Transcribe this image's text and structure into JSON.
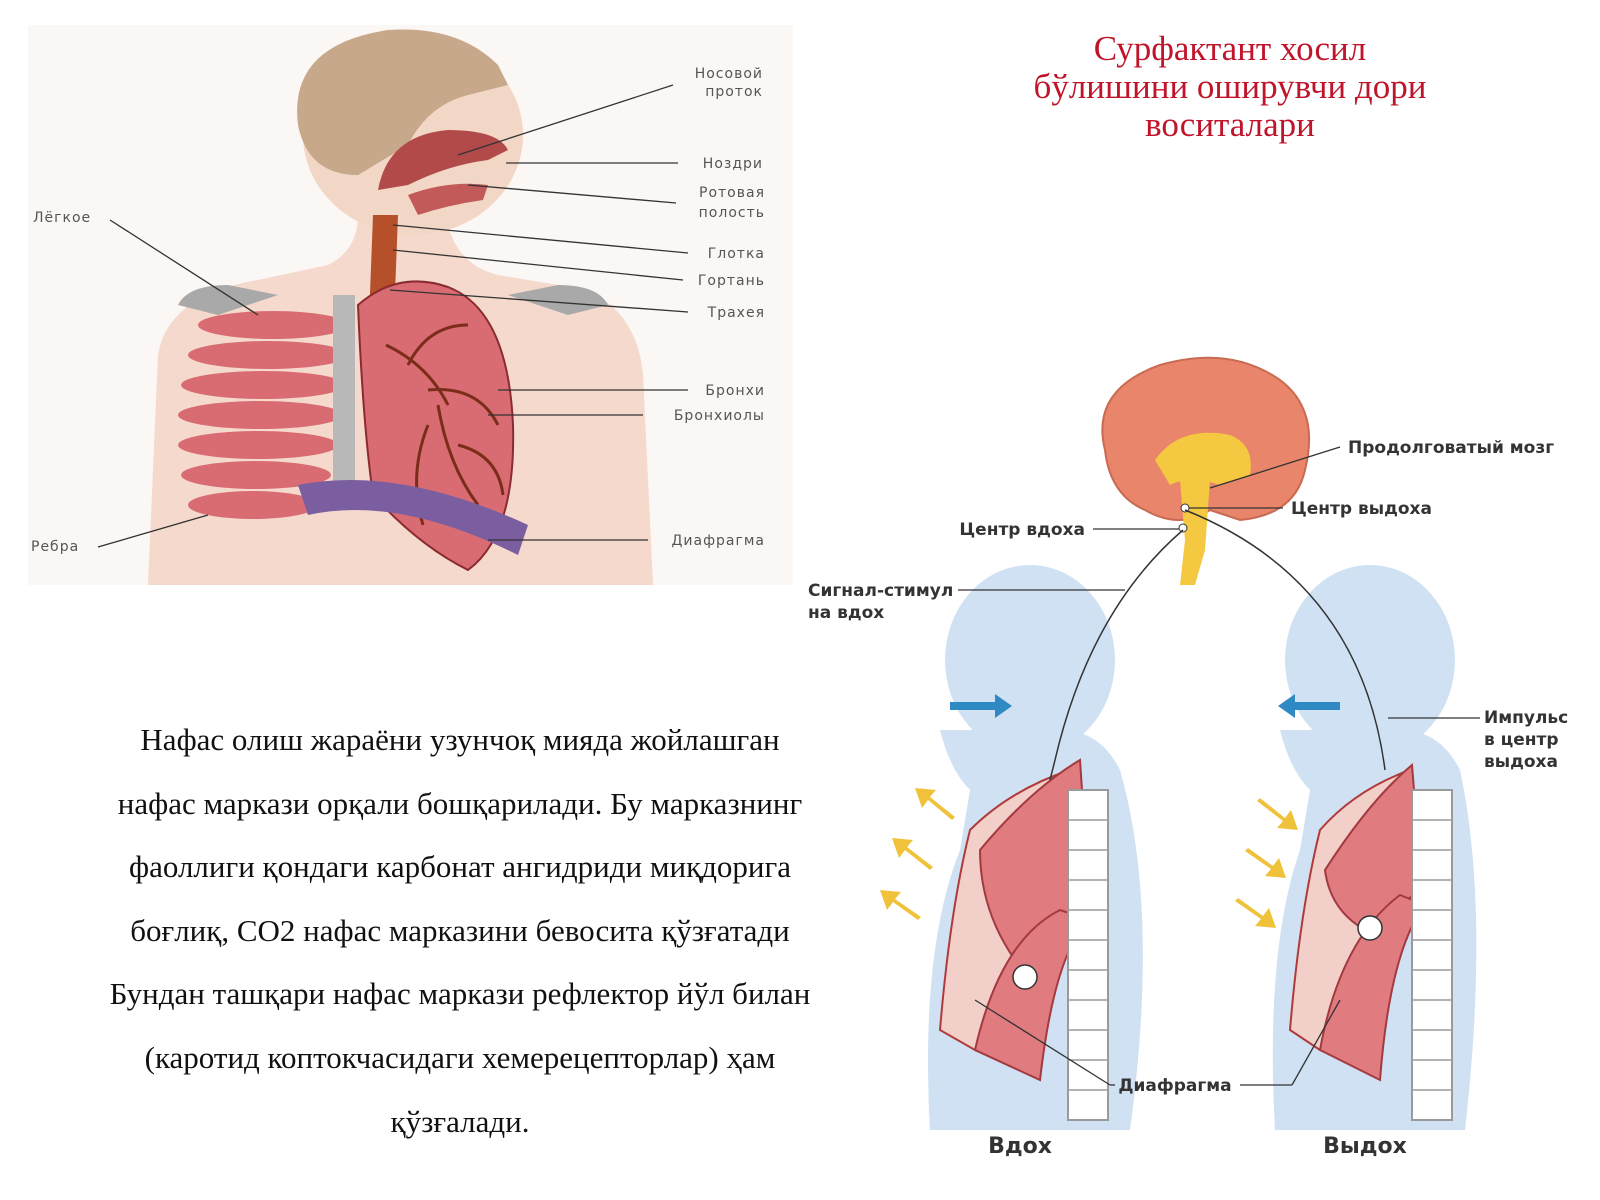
{
  "title": {
    "lines": [
      "Сурфактант хосил",
      "бўлишини оширувчи дори",
      "воситалари"
    ],
    "color": "#c0142b"
  },
  "body_text": {
    "lines": [
      "Нафас олиш жараёни узунчоқ мияда жойлашган",
      "нафас маркази орқали бошқарилади. Бу марказнинг",
      "фаоллиги қондаги карбонат ангидриди миқдорига",
      "боғлиқ, CO2 нафас марказини бевосита қўзғатади",
      "Бундан ташқари нафас маркази рефлектор йўл билан",
      "(каротид коптокчасидаги хемерецепторлар) ҳам",
      "қўзғалади."
    ]
  },
  "anatomy_labels": {
    "nasal_line1": "Носовой",
    "nasal_line2": "проток",
    "nostrils": "Ноздри",
    "oral_line1": "Ротовая",
    "oral_line2": "полость",
    "pharynx": "Глотка",
    "larynx": "Гортань",
    "trachea": "Трахея",
    "bronchi": "Бронхи",
    "bronchioles": "Бронхиолы",
    "diaphragm": "Диафрагма",
    "lung": "Лёгкое",
    "ribs": "Ребра"
  },
  "breathing_labels": {
    "medulla": "Продолговатый мозг",
    "exhale_center": "Центр выдоха",
    "inhale_center": "Центр вдоха",
    "signal_line1": "Сигнал-стимул",
    "signal_line2": "на вдох",
    "impulse_line1": "Импульс",
    "impulse_line2": "в центр",
    "impulse_line3": "выдоха",
    "diaphragm": "Диафрагма",
    "inhale": "Вдох",
    "exhale": "Выдох"
  },
  "colors": {
    "lung": "#d96b72",
    "trachea": "#b5502a",
    "brain": "#e9856a",
    "body_silhouette": "#cfe1f2",
    "arrow_blue": "#2f8ac4",
    "arrow_yellow": "#f0c23a"
  }
}
